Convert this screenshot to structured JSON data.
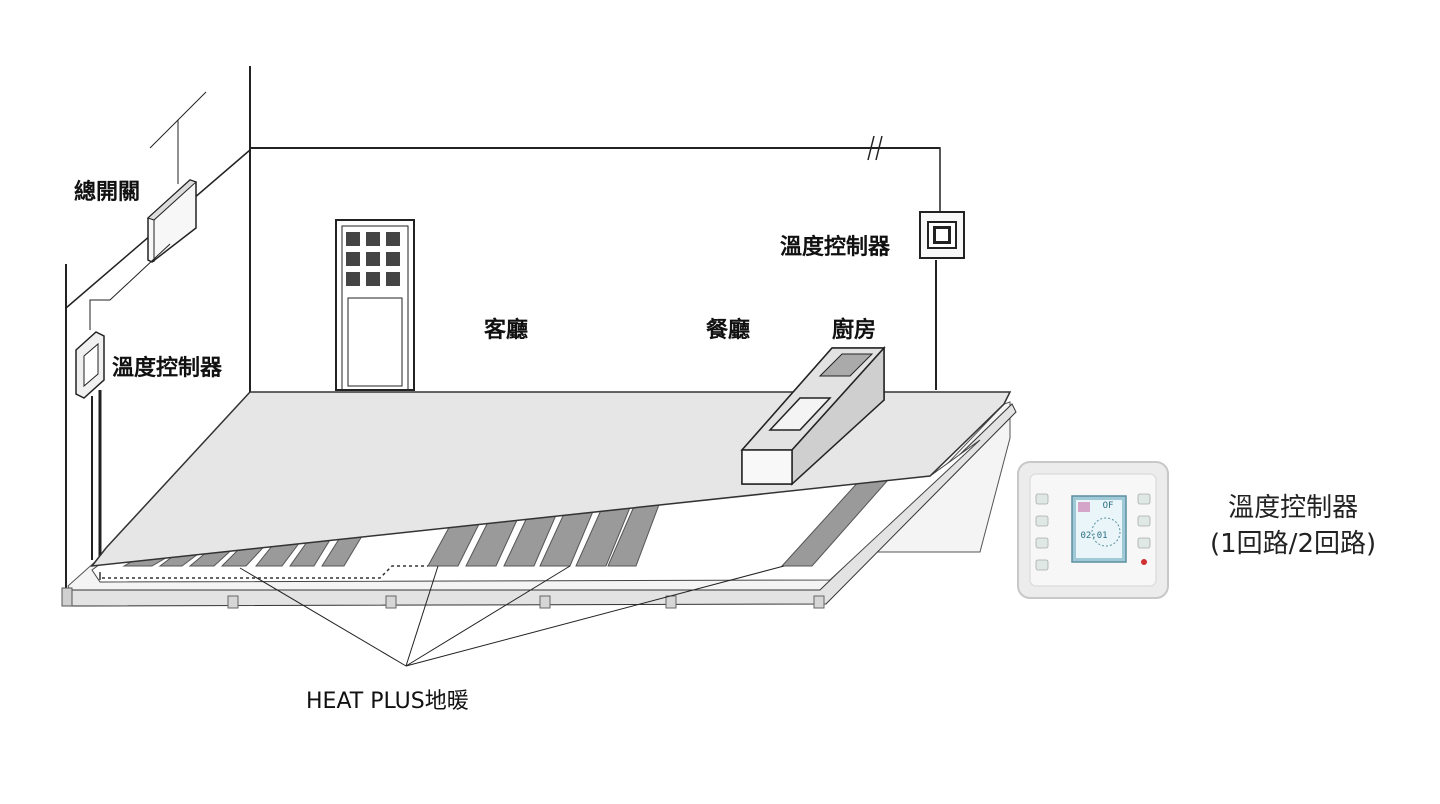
{
  "labels": {
    "main_switch": "總開關",
    "thermostat_left": "溫度控制器",
    "thermostat_right": "溫度控制器",
    "living_room": "客廳",
    "dining_room": "餐廳",
    "kitchen": "廚房",
    "heating_product": "HEAT PLUS地暖",
    "controller_title": "溫度控制器",
    "controller_subtitle": "(1回路/2回路)"
  },
  "controller_screen": {
    "time": "02:01",
    "status": "OF"
  },
  "colors": {
    "line": "#222222",
    "floor": "#e6e6e6",
    "heater_strip": "#9a9a9a",
    "controller_body": "#ececec",
    "controller_screen": "#9fc9d6"
  }
}
